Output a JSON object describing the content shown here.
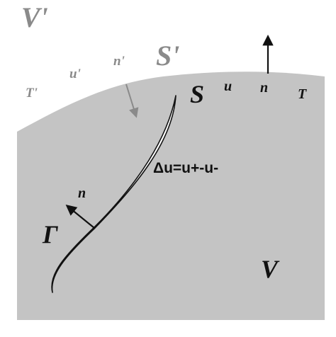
{
  "exterior": {
    "region_label": "V'",
    "boundary_label": "S'",
    "traction_label": "T'",
    "displacement_label": "u'",
    "normal_label": "n'"
  },
  "interior": {
    "region_label": "V",
    "boundary_label": "S",
    "traction_label": "T",
    "displacement_label": "u",
    "normal_label": "n"
  },
  "crack": {
    "surface_label": "Γ",
    "normal_label": "n",
    "jump_label": "Δu=u+-u-"
  },
  "colors": {
    "body_fill": "#c4c4c4",
    "exterior_text": "#8a8a8a",
    "interior_text": "#111111",
    "crack_line": "#111111"
  }
}
